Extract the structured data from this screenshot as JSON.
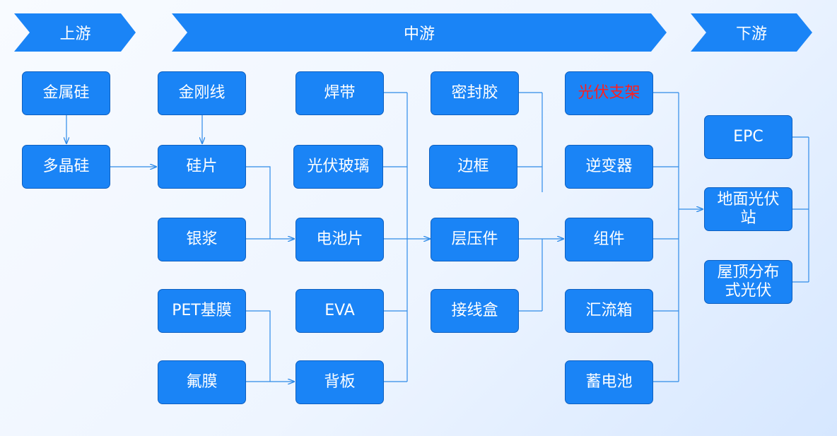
{
  "stages": {
    "upstream": "上游",
    "midstream": "中游",
    "downstream": "下游"
  },
  "nodes": {
    "metal_silicon": "金属硅",
    "polysilicon": "多晶硅",
    "diamond_wire": "金刚线",
    "silicon_wafer": "硅片",
    "silver_paste": "银浆",
    "pet_film": "PET基膜",
    "fluoro_film": "氟膜",
    "ribbon": "焊带",
    "pv_glass": "光伏玻璃",
    "cell": "电池片",
    "eva": "EVA",
    "backsheet": "背板",
    "sealant": "密封胶",
    "frame": "边框",
    "laminate": "层压件",
    "junction_box": "接线盒",
    "pv_bracket": "光伏支架",
    "inverter": "逆变器",
    "module": "组件",
    "combiner_box": "汇流箱",
    "battery": "蓄电池",
    "epc": "EPC",
    "ground_pv_station": "地面光伏站",
    "rooftop_distributed_pv": "屋顶分布式光伏"
  },
  "colors": {
    "box_fill": "#1a84f6",
    "connector": "#2f8be8",
    "highlight_text": "#ff1e1e"
  }
}
